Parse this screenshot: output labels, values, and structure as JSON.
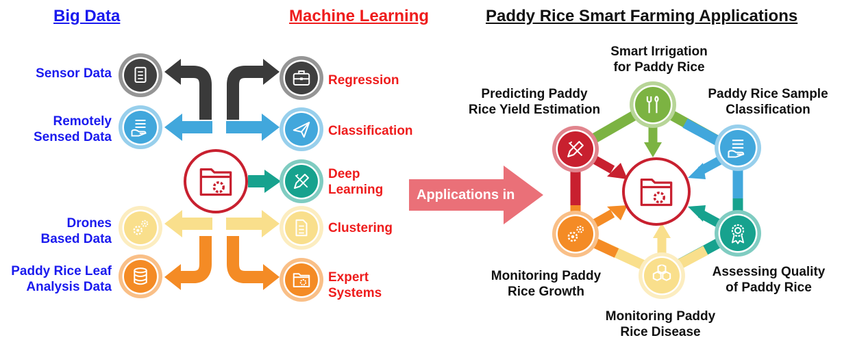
{
  "headings": {
    "big_data": "Big Data",
    "machine_learning": "Machine Learning",
    "applications": "Paddy Rice Smart Farming Applications"
  },
  "big_data_sources": [
    {
      "line1": "Sensor Data",
      "line2": "",
      "icon": "document-icon",
      "color": "#3f3f3f"
    },
    {
      "line1": "Remotely",
      "line2": "Sensed Data",
      "icon": "layers-hand-icon",
      "color": "#41a7dc"
    },
    {
      "line1": "Drones",
      "line2": "Based Data",
      "icon": "gears-icon",
      "color": "#f9df8c"
    },
    {
      "line1": "Paddy Rice Leaf",
      "line2": "Analysis Data",
      "icon": "database-icon",
      "color": "#f48b25"
    }
  ],
  "ml_methods": [
    {
      "line1": "Regression",
      "line2": "",
      "icon": "briefcase-icon",
      "color": "#3f3f3f"
    },
    {
      "line1": "Classification",
      "line2": "",
      "icon": "paper-plane-icon",
      "color": "#41a7dc"
    },
    {
      "line1": "Deep",
      "line2": "Learning",
      "icon": "pencil-ruler-icon",
      "color": "#17a28e"
    },
    {
      "line1": "Clustering",
      "line2": "",
      "icon": "document-list-icon",
      "color": "#f9df8c"
    },
    {
      "line1": "Expert",
      "line2": "Systems",
      "icon": "folder-gear-icon",
      "color": "#f48b25"
    }
  ],
  "center_icon": "folder-gear-icon",
  "arrow_label": "Applications in",
  "applications": [
    {
      "line1": "Smart Irrigation",
      "line2": "for Paddy Rice",
      "icon": "tools-icon",
      "color": "#7cb342"
    },
    {
      "line1": "Paddy Rice Sample",
      "line2": "Classification",
      "icon": "layers-hand-icon",
      "color": "#41a7dc"
    },
    {
      "line1": "Assessing Quality",
      "line2": "of Paddy Rice",
      "icon": "award-icon",
      "color": "#17a28e"
    },
    {
      "line1": "Monitoring Paddy",
      "line2": "Rice Disease",
      "icon": "boxes-icon",
      "color": "#f9df8c"
    },
    {
      "line1": "Monitoring Paddy",
      "line2": "Rice Growth",
      "icon": "gears-icon",
      "color": "#f48b25"
    },
    {
      "line1": "Predicting Paddy",
      "line2": "Rice Yield Estimation",
      "icon": "pencil-ruler-icon",
      "color": "#c8202f"
    }
  ]
}
